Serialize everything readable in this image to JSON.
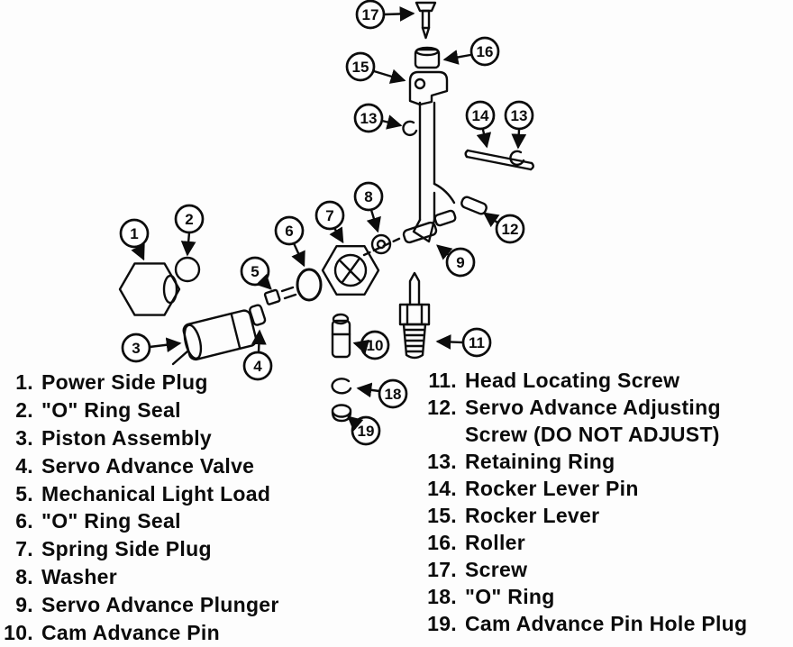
{
  "figure": {
    "callouts": [
      "17",
      "16",
      "15",
      "13",
      "14",
      "13",
      "8",
      "7",
      "12",
      "9",
      "6",
      "2",
      "1",
      "5",
      "3",
      "4",
      "10",
      "11",
      "18",
      "19"
    ]
  },
  "parts_list": {
    "left": [
      {
        "num": "1.",
        "label": "Power Side Plug"
      },
      {
        "num": "2.",
        "label": "\"O\" Ring Seal"
      },
      {
        "num": "3.",
        "label": "Piston Assembly"
      },
      {
        "num": "4.",
        "label": "Servo Advance Valve"
      },
      {
        "num": "5.",
        "label": "Mechanical Light Load"
      },
      {
        "num": "6.",
        "label": "\"O\" Ring Seal"
      },
      {
        "num": "7.",
        "label": "Spring Side Plug"
      },
      {
        "num": "8.",
        "label": "Washer"
      },
      {
        "num": "9.",
        "label": "Servo Advance Plunger"
      },
      {
        "num": "10.",
        "label": "Cam Advance Pin"
      }
    ],
    "right": [
      {
        "num": "11.",
        "label": "Head Locating Screw"
      },
      {
        "num": "12.",
        "label": "Servo Advance Adjusting"
      },
      {
        "num": "",
        "label": "Screw (DO NOT ADJUST)"
      },
      {
        "num": "13.",
        "label": "Retaining Ring"
      },
      {
        "num": "14.",
        "label": "Rocker Lever Pin"
      },
      {
        "num": "15.",
        "label": "Rocker Lever"
      },
      {
        "num": "16.",
        "label": "Roller"
      },
      {
        "num": "17.",
        "label": "Screw"
      },
      {
        "num": "18.",
        "label": "\"O\" Ring"
      },
      {
        "num": "19.",
        "label": "Cam Advance Pin Hole Plug"
      }
    ]
  }
}
